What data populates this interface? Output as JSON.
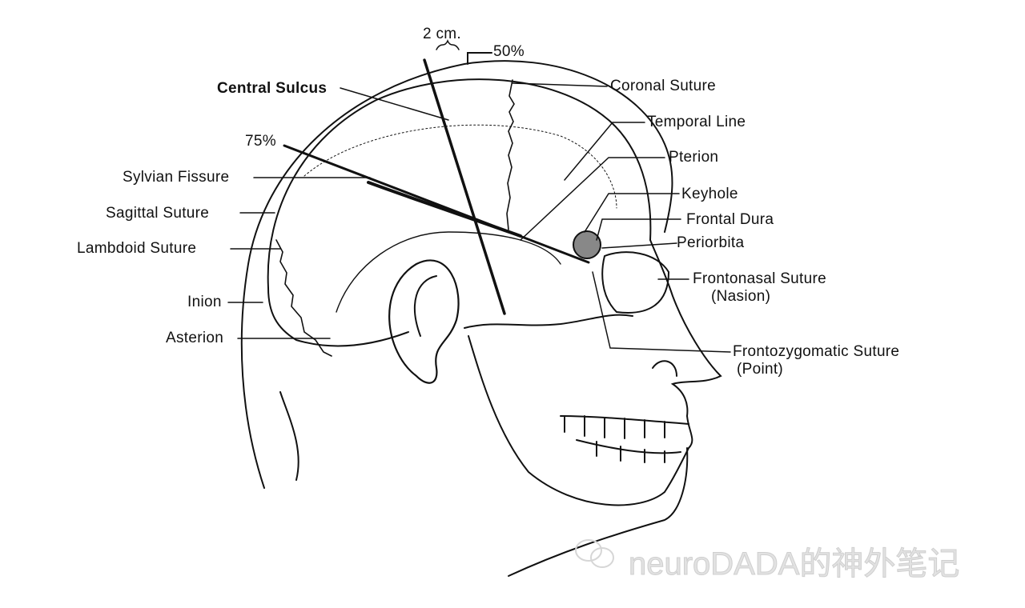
{
  "diagram": {
    "measurements": {
      "width": "2 cm.",
      "fifty": "50%",
      "seventy_five": "75%"
    },
    "labels_left": {
      "central_sulcus": "Central Sulcus",
      "sylvian_fissure": "Sylvian Fissure",
      "sagittal_suture": "Sagittal Suture",
      "lambdoid_suture": "Lambdoid Suture",
      "inion": "Inion",
      "asterion": "Asterion"
    },
    "labels_right": {
      "coronal_suture": "Coronal Suture",
      "temporal_line": "Temporal Line",
      "pterion": "Pterion",
      "keyhole": "Keyhole",
      "frontal_dura": "Frontal Dura",
      "periorbita": "Periorbita",
      "frontonasal_suture": "Frontonasal Suture",
      "nasion": "(Nasion)",
      "frontozygomatic_suture": "Frontozygomatic Suture",
      "point": "(Point)"
    },
    "watermark": "neuroDADA的神外笔记"
  }
}
